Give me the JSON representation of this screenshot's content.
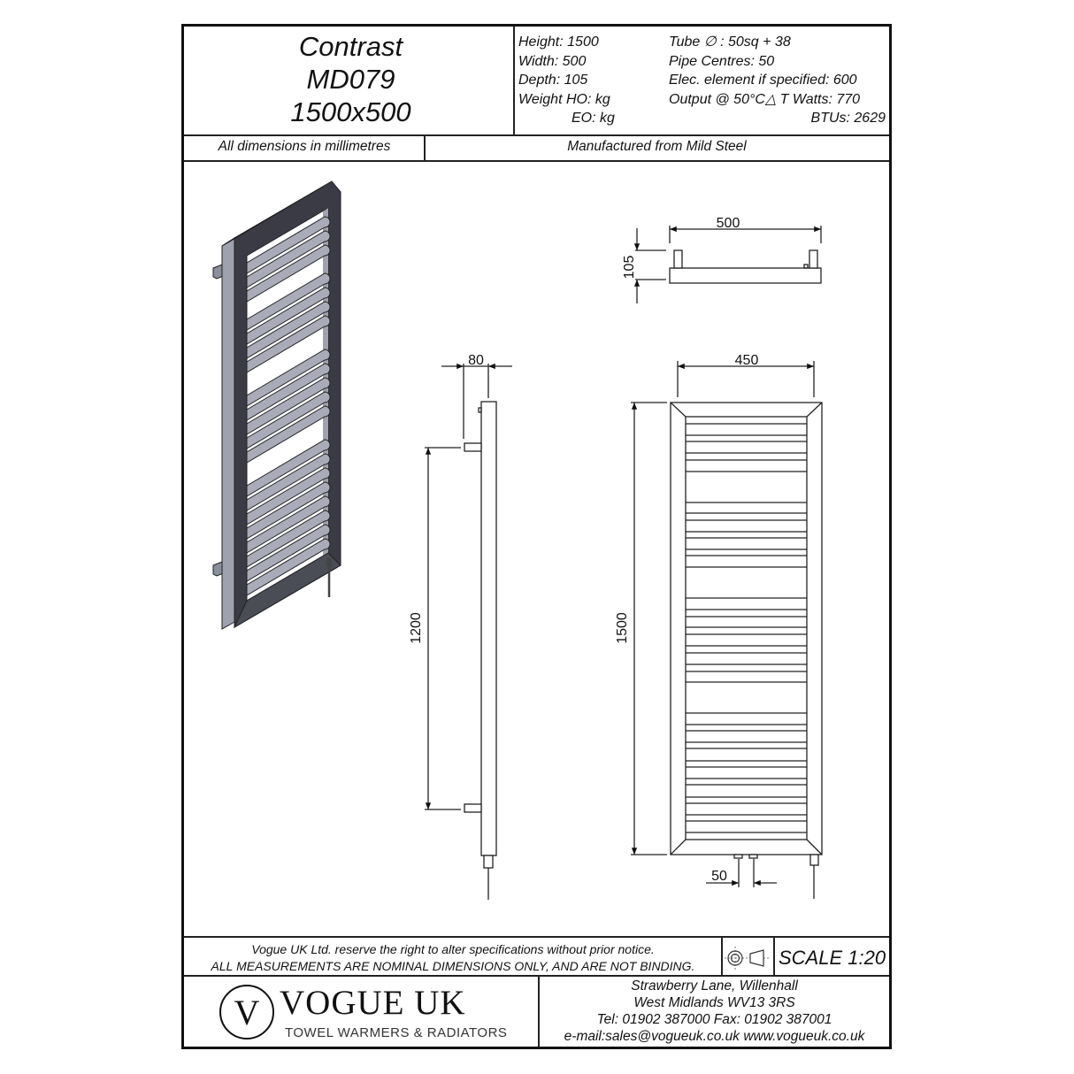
{
  "header": {
    "title_lines": [
      "Contrast",
      "MD079",
      "1500x500"
    ],
    "specs_left": [
      "Height: 1500",
      "Width: 500",
      "Depth: 105",
      "Weight HO:  kg",
      "EO:  kg"
    ],
    "specs_right": [
      "Tube ∅ : 50sq + 38",
      "Pipe Centres: 50",
      "Elec. element if specified: 600",
      "Output @ 50°C△ T Watts: 770",
      "BTUs: 2629"
    ],
    "units_note": "All dimensions in millimetres",
    "material_note": "Manufactured from Mild Steel"
  },
  "dimensions": {
    "top_width": "500",
    "top_depth": "105",
    "side_offset": "80",
    "side_pipe_centres": "1200",
    "front_inner_width": "450",
    "front_height": "1500",
    "front_pipe_centres": "50"
  },
  "footer": {
    "disclaimer_line1": "Vogue UK Ltd. reserve the right to alter specifications without prior notice.",
    "disclaimer_line2": "ALL MEASUREMENTS ARE NOMINAL DIMENSIONS ONLY, AND ARE NOT BINDING.",
    "projection_icon": "third-angle-projection-icon",
    "scale": "SCALE 1:20",
    "logo_letter": "V",
    "brand_name": "VOGUE UK",
    "brand_tagline": "TOWEL WARMERS & RADIATORS",
    "address_lines": [
      "Strawberry Lane, Willenhall",
      "West Midlands WV13 3RS",
      "Tel: 01902 387000  Fax: 01902 387001",
      "e-mail:sales@vogueuk.co.uk  www.vogueuk.co.uk"
    ]
  },
  "colors": {
    "frame_dark": "#2e2f36",
    "tube_light": "#a9abb8",
    "tube_mid": "#7d8090",
    "line": "#222222"
  }
}
